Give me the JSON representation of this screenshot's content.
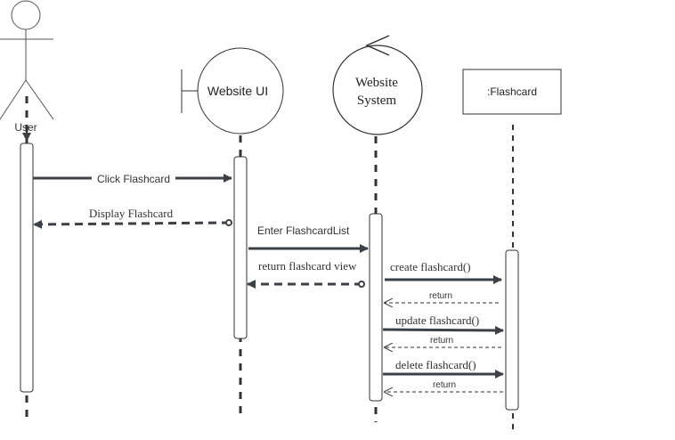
{
  "participants": {
    "user": {
      "label": "User",
      "kind": "actor"
    },
    "website_ui": {
      "label": "Website UI",
      "kind": "boundary"
    },
    "website_system": {
      "label_line1": "Website",
      "label_line2": "System",
      "kind": "control"
    },
    "flashcard": {
      "label": ":Flashcard",
      "kind": "object"
    }
  },
  "messages": [
    {
      "label": "Click Flashcard",
      "from": "user",
      "to": "website_ui",
      "style": "solid"
    },
    {
      "label": "Display Flashcard",
      "from": "website_ui",
      "to": "user",
      "style": "dashed"
    },
    {
      "label": "Enter FlashcardList",
      "from": "website_ui",
      "to": "website_system",
      "style": "solid"
    },
    {
      "label": "return flashcard view",
      "from": "website_system",
      "to": "website_ui",
      "style": "dashed"
    },
    {
      "label": "create flashcard()",
      "from": "website_system",
      "to": "flashcard",
      "style": "solid"
    },
    {
      "label": "return",
      "from": "flashcard",
      "to": "website_system",
      "style": "dashed"
    },
    {
      "label": "update flashcard()",
      "from": "website_system",
      "to": "flashcard",
      "style": "solid"
    },
    {
      "label": "return",
      "from": "flashcard",
      "to": "website_system",
      "style": "dashed"
    },
    {
      "label": "delete flashcard()",
      "from": "website_system",
      "to": "flashcard",
      "style": "solid"
    },
    {
      "label": "return",
      "from": "flashcard",
      "to": "website_system",
      "style": "dashed"
    }
  ],
  "colors": {
    "line": "#333333",
    "arrow": "#3c4148",
    "fill": "#ffffff",
    "text": "#333333"
  }
}
